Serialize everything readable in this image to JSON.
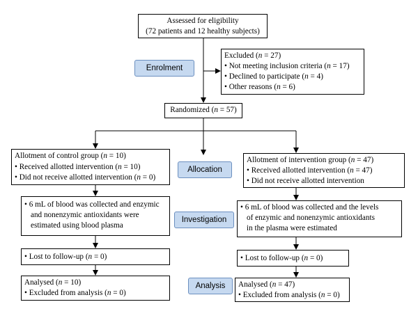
{
  "eligibility": {
    "title": "Assessed for eligibility",
    "subtitle": "(72 patients and 12 healthy subjects)"
  },
  "excluded": {
    "title_pre": "Excluded (",
    "title_n": "n",
    "title_post": " = 27)",
    "items": [
      {
        "pre": "• Not meeting inclusion criteria (",
        "n": "n",
        "post": " = 17)"
      },
      {
        "pre": "• Declined to participate (",
        "n": "n",
        "post": " = 4)"
      },
      {
        "pre": "• Other reasons (",
        "n": "n",
        "post": " = 6)"
      }
    ]
  },
  "randomized": {
    "pre": "Randomized (",
    "n": "n",
    "post": " = 57)"
  },
  "stages": {
    "enrolment": "Enrolment",
    "allocation": "Allocation",
    "investigation": "Investigation",
    "analysis": "Analysis"
  },
  "control": {
    "allotment": {
      "title": {
        "pre": "Allotment of control group (",
        "n": "n",
        "post": " = 10)"
      },
      "items": [
        {
          "pre": "• Received allotted intervention (",
          "n": "n",
          "post": " = 10)"
        },
        {
          "pre": "• Did not receive allotted intervention (",
          "n": "n",
          "post": " = 0)"
        }
      ]
    },
    "investigation": [
      "• 6 mL of blood was collected and enzymic",
      "and nonenzymic antioxidants were",
      "estimated using blood plasma"
    ],
    "followup": {
      "pre": "• Lost to follow-up (",
      "n": "n",
      "post": " = 0)"
    },
    "analysis": {
      "title": {
        "pre": "Analysed (",
        "n": "n",
        "post": " = 10)"
      },
      "item": {
        "pre": "• Excluded from analysis (",
        "n": "n",
        "post": " = 0)"
      }
    }
  },
  "intervention": {
    "allotment": {
      "title": {
        "pre": "Allotment of intervention group (",
        "n": "n",
        "post": " = 47)"
      },
      "items": [
        {
          "pre": "• Received allotted intervention (",
          "n": "n",
          "post": " = 47)"
        },
        {
          "pre": "• Did not receive allotted intervention",
          "n": "",
          "post": ""
        }
      ]
    },
    "investigation": [
      "• 6 mL of blood was collected and the levels",
      "of enzymic and nonenzymic antioxidants",
      "in the plasma were estimated"
    ],
    "followup": {
      "pre": "• Lost to follow-up (",
      "n": "n",
      "post": " = 0)"
    },
    "analysis": {
      "title": {
        "pre": "Analysed (",
        "n": "n",
        "post": " = 47)"
      },
      "item": {
        "pre": "• Excluded from analysis (",
        "n": "n",
        "post": " = 0)"
      }
    }
  }
}
